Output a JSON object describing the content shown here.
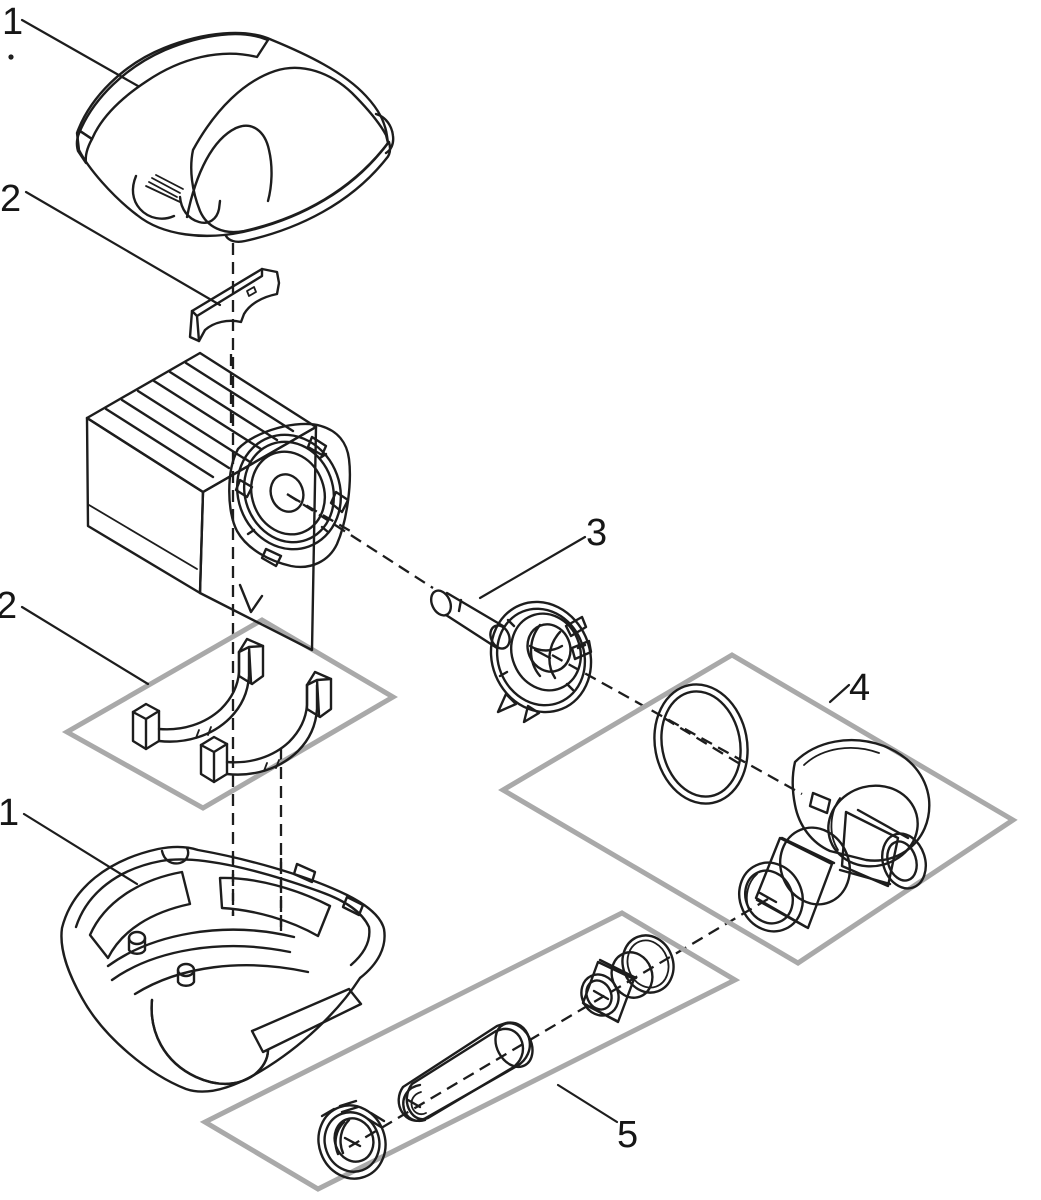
{
  "figure": {
    "kind": "exploded-parts-diagram",
    "background_color": "#ffffff",
    "line_color": "#1d1d1d",
    "group_box_color": "#a9a9a9",
    "callouts": [
      {
        "id": "strainer-cover-top",
        "label": "1"
      },
      {
        "id": "clip-single",
        "label": "2"
      },
      {
        "id": "clip-pair-kit",
        "label": "2"
      },
      {
        "id": "base-housing",
        "label": "1"
      },
      {
        "id": "rotor-impeller",
        "label": "3"
      },
      {
        "id": "outlet-elbow-kit",
        "label": "4"
      },
      {
        "id": "hose-connection-kit",
        "label": "5"
      }
    ]
  }
}
